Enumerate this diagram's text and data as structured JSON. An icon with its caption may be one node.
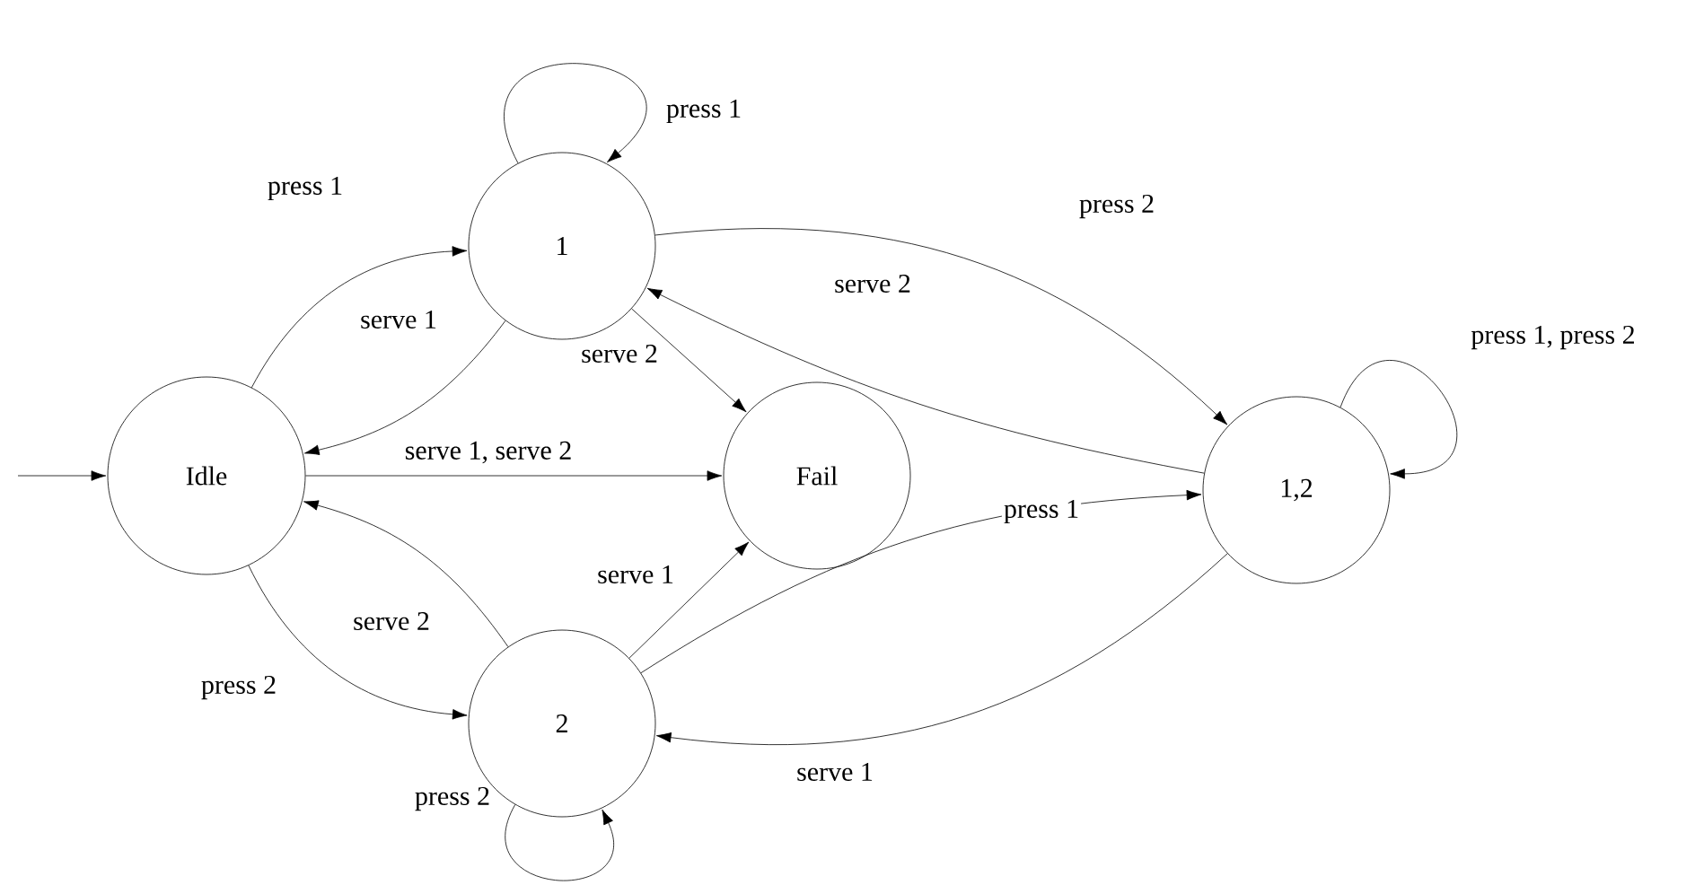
{
  "diagram": {
    "nodes": [
      {
        "text": [
          "Idle"
        ]
      },
      {
        "text": [
          "1"
        ]
      },
      {
        "text": [
          "Fail"
        ]
      },
      {
        "text": [
          "1,2"
        ]
      },
      {
        "text": [
          "2"
        ]
      }
    ],
    "edges": [
      {
        "from": null,
        "to": 0,
        "arrow": "to"
      },
      {
        "from": 0,
        "to": 1,
        "arrow": "to",
        "label": "press 1"
      },
      {
        "from": 1,
        "to": 0,
        "arrow": "to",
        "label": "serve 1"
      },
      {
        "from": 1,
        "to": 1,
        "arrow": "to",
        "label": "press 1"
      },
      {
        "from": 1,
        "to": 2,
        "arrow": "to",
        "label": "serve 2"
      },
      {
        "from": 0,
        "to": 2,
        "arrow": "to",
        "label": "serve 1, serve 2"
      },
      {
        "from": 1,
        "to": 3,
        "arrow": "to",
        "label": "press 2"
      },
      {
        "from": 3,
        "to": 1,
        "arrow": "to",
        "label": "serve 2"
      },
      {
        "from": 3,
        "to": 3,
        "arrow": "to",
        "label": "press 1, press 2"
      },
      {
        "from": 0,
        "to": 4,
        "arrow": "to",
        "label": "press 2"
      },
      {
        "from": 4,
        "to": 0,
        "arrow": "to",
        "label": "serve 2"
      },
      {
        "from": 4,
        "to": 2,
        "arrow": "to",
        "label": "serve 1"
      },
      {
        "from": 4,
        "to": 3,
        "arrow": "to",
        "label": "press 1"
      },
      {
        "from": 3,
        "to": 4,
        "arrow": "to",
        "label": "serve 1"
      },
      {
        "from": 4,
        "to": 4,
        "arrow": "to",
        "label": "press 2"
      }
    ]
  }
}
